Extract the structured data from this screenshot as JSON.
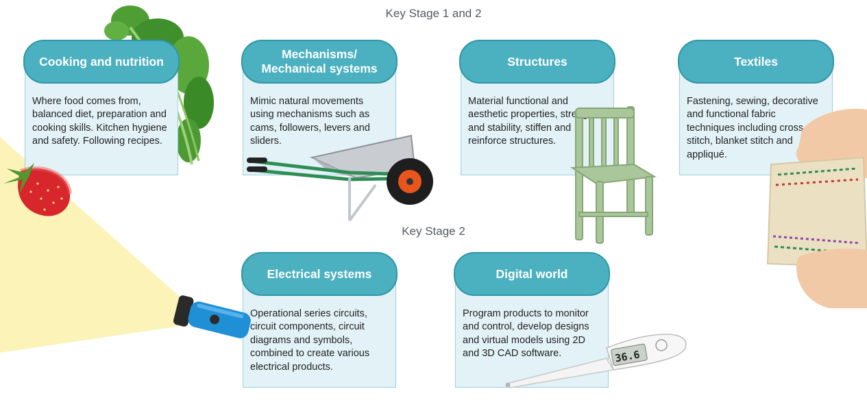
{
  "stages": {
    "ks12": "Key Stage 1 and 2",
    "ks2": "Key Stage 2"
  },
  "cards": {
    "cooking": {
      "title": "Cooking and nutrition",
      "text": "Where food comes from, balanced diet, preparation and cooking skills. Kitchen hygiene and safety. Following recipes."
    },
    "mechanisms": {
      "title_line1": "Mechanisms/",
      "title_line2": "Mechanical systems",
      "text": "Mimic natural movements using mechanisms such as cams, followers, levers and sliders."
    },
    "structures": {
      "title": "Structures",
      "text": "Material functional and aesthetic properties, strength and stability, stiffen and reinforce structures."
    },
    "textiles": {
      "title": "Textiles",
      "text": "Fastening, sewing, decorative and functional fabric techniques including cross stitch, blanket stitch and appliqué."
    },
    "electrical": {
      "title": "Electrical systems",
      "text": "Operational series circuits, circuit components, circuit diagrams and symbols, combined to create various electrical products."
    },
    "digital": {
      "title": "Digital world",
      "text": "Program products to monitor and control, develop designs and virtual models using 2D and 3D CAD software."
    }
  },
  "thermometer_reading": "36.6",
  "colors": {
    "header": "#4bb0c0",
    "header_border": "#2e97a8",
    "body": "#e3f2f7",
    "body_border": "#9ad0dc",
    "beam": "#fbf3b8"
  }
}
